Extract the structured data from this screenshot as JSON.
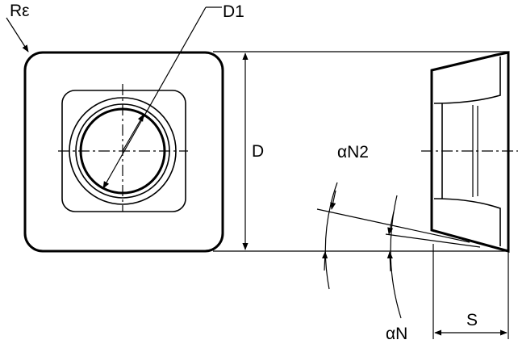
{
  "labels": {
    "corner_radius": "Rε",
    "inner_diameter": "D1",
    "inscribed_diameter": "D",
    "clearance_angle_2": "αN2",
    "clearance_angle": "αN",
    "thickness": "S"
  },
  "colors": {
    "line": "#000000",
    "background": "#ffffff"
  }
}
